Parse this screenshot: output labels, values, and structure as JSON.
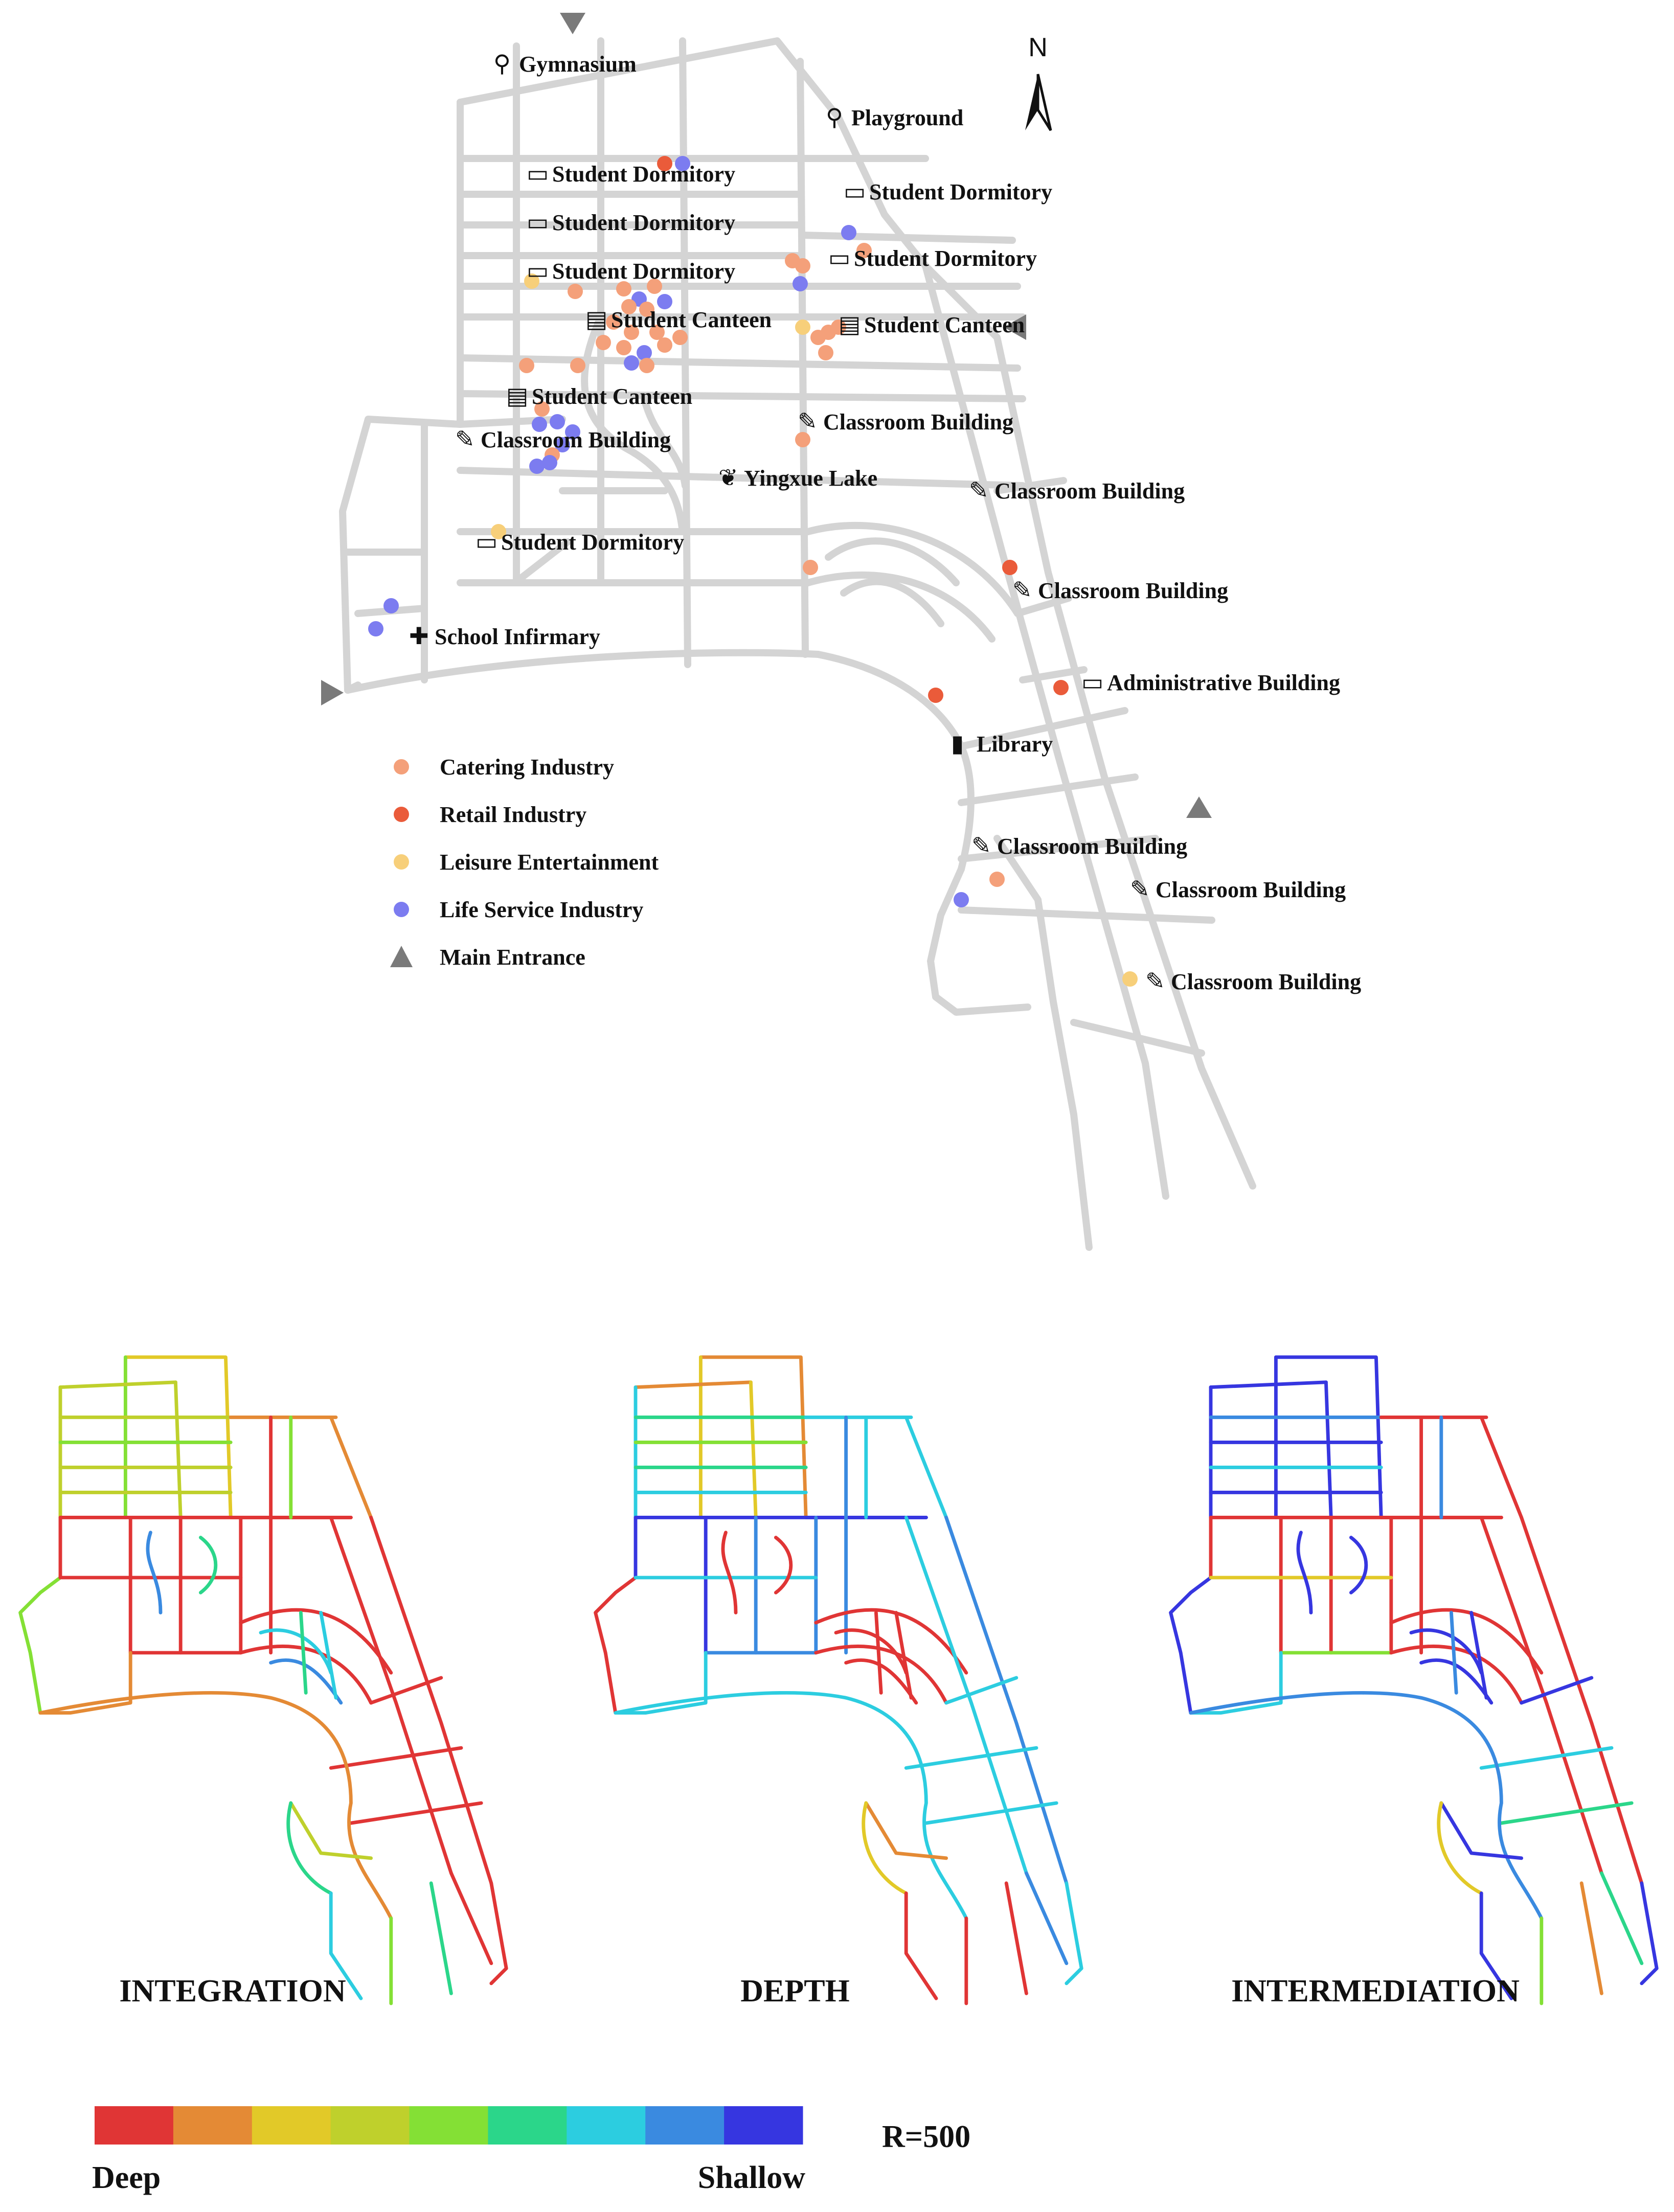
{
  "map": {
    "north_label": "N",
    "places": [
      {
        "label": "Gymnasium",
        "icon": "sports-pin-icon"
      },
      {
        "label": "Playground",
        "icon": "sports-pin-icon"
      },
      {
        "label": "Student Dormitory",
        "icon": "bed-icon"
      },
      {
        "label": "Student Dormitory",
        "icon": "bed-icon"
      },
      {
        "label": "Student Dormitory",
        "icon": "bed-icon"
      },
      {
        "label": "Student Dormitory",
        "icon": "bed-icon"
      },
      {
        "label": "Student Dormitory",
        "icon": "bed-icon"
      },
      {
        "label": "Student Canteen",
        "icon": "canteen-icon"
      },
      {
        "label": "Student Canteen",
        "icon": "canteen-icon"
      },
      {
        "label": "Student Canteen",
        "icon": "canteen-icon"
      },
      {
        "label": "Classroom Building",
        "icon": "classroom-edit-icon"
      },
      {
        "label": "Classroom Building",
        "icon": "classroom-edit-icon"
      },
      {
        "label": "Yingxue Lake",
        "icon": "sprout-icon"
      },
      {
        "label": "Classroom Building",
        "icon": "classroom-edit-icon"
      },
      {
        "label": "Student Dormitory",
        "icon": "bed-icon"
      },
      {
        "label": "Classroom Building",
        "icon": "classroom-edit-icon"
      },
      {
        "label": "School Infirmary",
        "icon": "medical-kit-icon"
      },
      {
        "label": "Administrative Building",
        "icon": "laptop-icon"
      },
      {
        "label": "Library",
        "icon": "book-icon"
      },
      {
        "label": "Classroom Building",
        "icon": "classroom-edit-icon"
      },
      {
        "label": "Classroom Building",
        "icon": "classroom-edit-icon"
      },
      {
        "label": "Classroom Building",
        "icon": "classroom-edit-icon"
      }
    ],
    "legend": [
      {
        "label": "Catering Industry",
        "symbol": "circle",
        "color": "#f4a07a"
      },
      {
        "label": "Retail Industry",
        "symbol": "circle",
        "color": "#ea5b3a"
      },
      {
        "label": "Leisure Entertainment",
        "symbol": "circle",
        "color": "#f7cf7a"
      },
      {
        "label": "Life Service Industry",
        "symbol": "circle",
        "color": "#7c7cf0"
      },
      {
        "label": "Main Entrance",
        "symbol": "triangle",
        "color": "#7a7a7a"
      }
    ]
  },
  "panels": [
    {
      "title": "INTEGRATION"
    },
    {
      "title": "DEPTH"
    },
    {
      "title": "INTERMEDIATION"
    }
  ],
  "scale": {
    "low_label": "Deep",
    "high_label": "Shallow",
    "radius_label": "R=500",
    "colors": [
      "#e03535",
      "#e48a35",
      "#e2c928",
      "#bfd02c",
      "#84e035",
      "#2bd68a",
      "#2ccde0",
      "#3a8ae0",
      "#3636e0"
    ]
  }
}
